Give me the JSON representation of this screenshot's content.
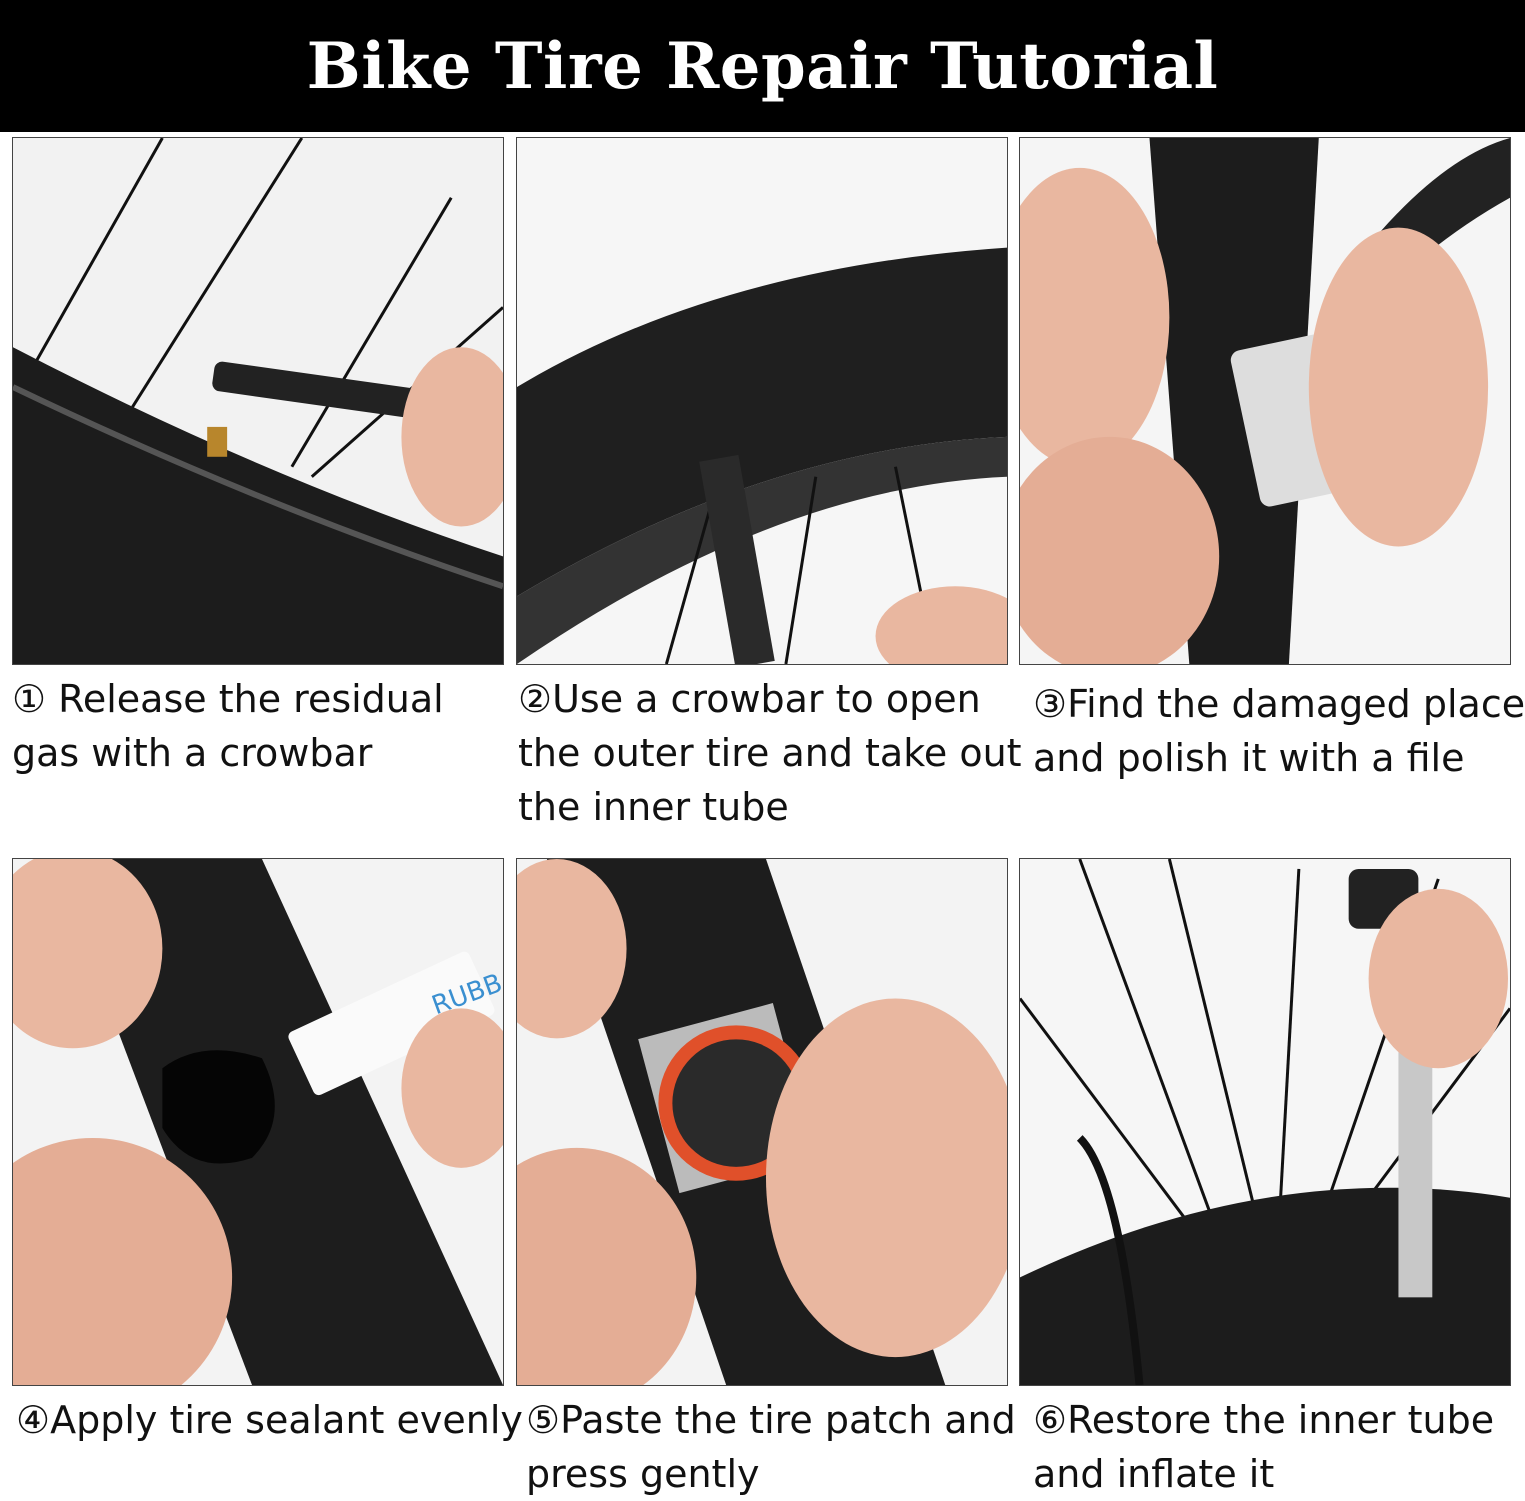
{
  "title": "Bike Tire Repair Tutorial",
  "steps": [
    {
      "number": "①",
      "text": " Release the residual gas with a crowbar"
    },
    {
      "number": "②",
      "text": "Use a crowbar to open the outer tire and take out the inner tube"
    },
    {
      "number": "③",
      "text": "Find the damaged place and polish it with a file"
    },
    {
      "number": "④",
      "text": "Apply tire sealant evenly"
    },
    {
      "number": "⑤",
      "text": "Paste the tire patch and press gently"
    },
    {
      "number": "⑥",
      "text": "Restore the inner tube and inflate it"
    }
  ],
  "photo_text": {
    "glue_tube_label": "RUBB"
  },
  "colors": {
    "header_bg": "#000000",
    "tire": "#1c1c1c",
    "skin": "#e9b7a0",
    "patch_orange": "#e0502a"
  }
}
